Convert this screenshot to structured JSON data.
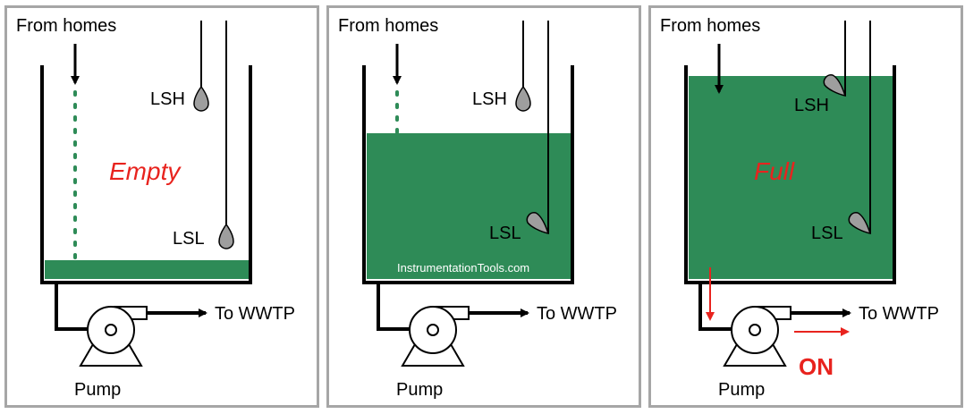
{
  "colors": {
    "water": "#2e8b57",
    "panel_border": "#a6a6a6",
    "accent_red": "#e8231e",
    "float": "#9e9e9e"
  },
  "labels": {
    "inflow": "From homes",
    "high_switch": "LSH",
    "low_switch": "LSL",
    "outlet": "To WWTP",
    "pump": "Pump"
  },
  "panels": [
    {
      "state_text": "Empty",
      "water_level": "low"
    },
    {
      "watermark": "InstrumentationTools.com",
      "water_level": "mid"
    },
    {
      "state_text": "Full",
      "pump_status": "ON",
      "water_level": "full"
    }
  ]
}
